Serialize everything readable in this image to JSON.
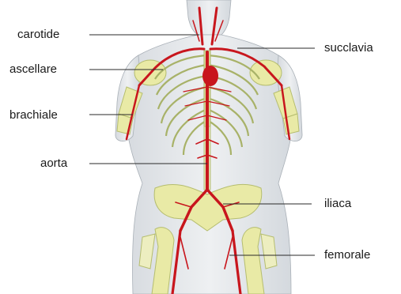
{
  "labels": {
    "carotide": "carotide",
    "succlavia": "succlavia",
    "ascellare": "ascellare",
    "brachiale": "brachiale",
    "aorta": "aorta",
    "iliaca": "iliaca",
    "femorale": "femorale"
  },
  "colors": {
    "artery": "#c8161d",
    "skin": "#e6e9ec",
    "bone": "#e9eaa6",
    "bone_shade": "#bfc77a",
    "outline": "#9aa3ab"
  }
}
